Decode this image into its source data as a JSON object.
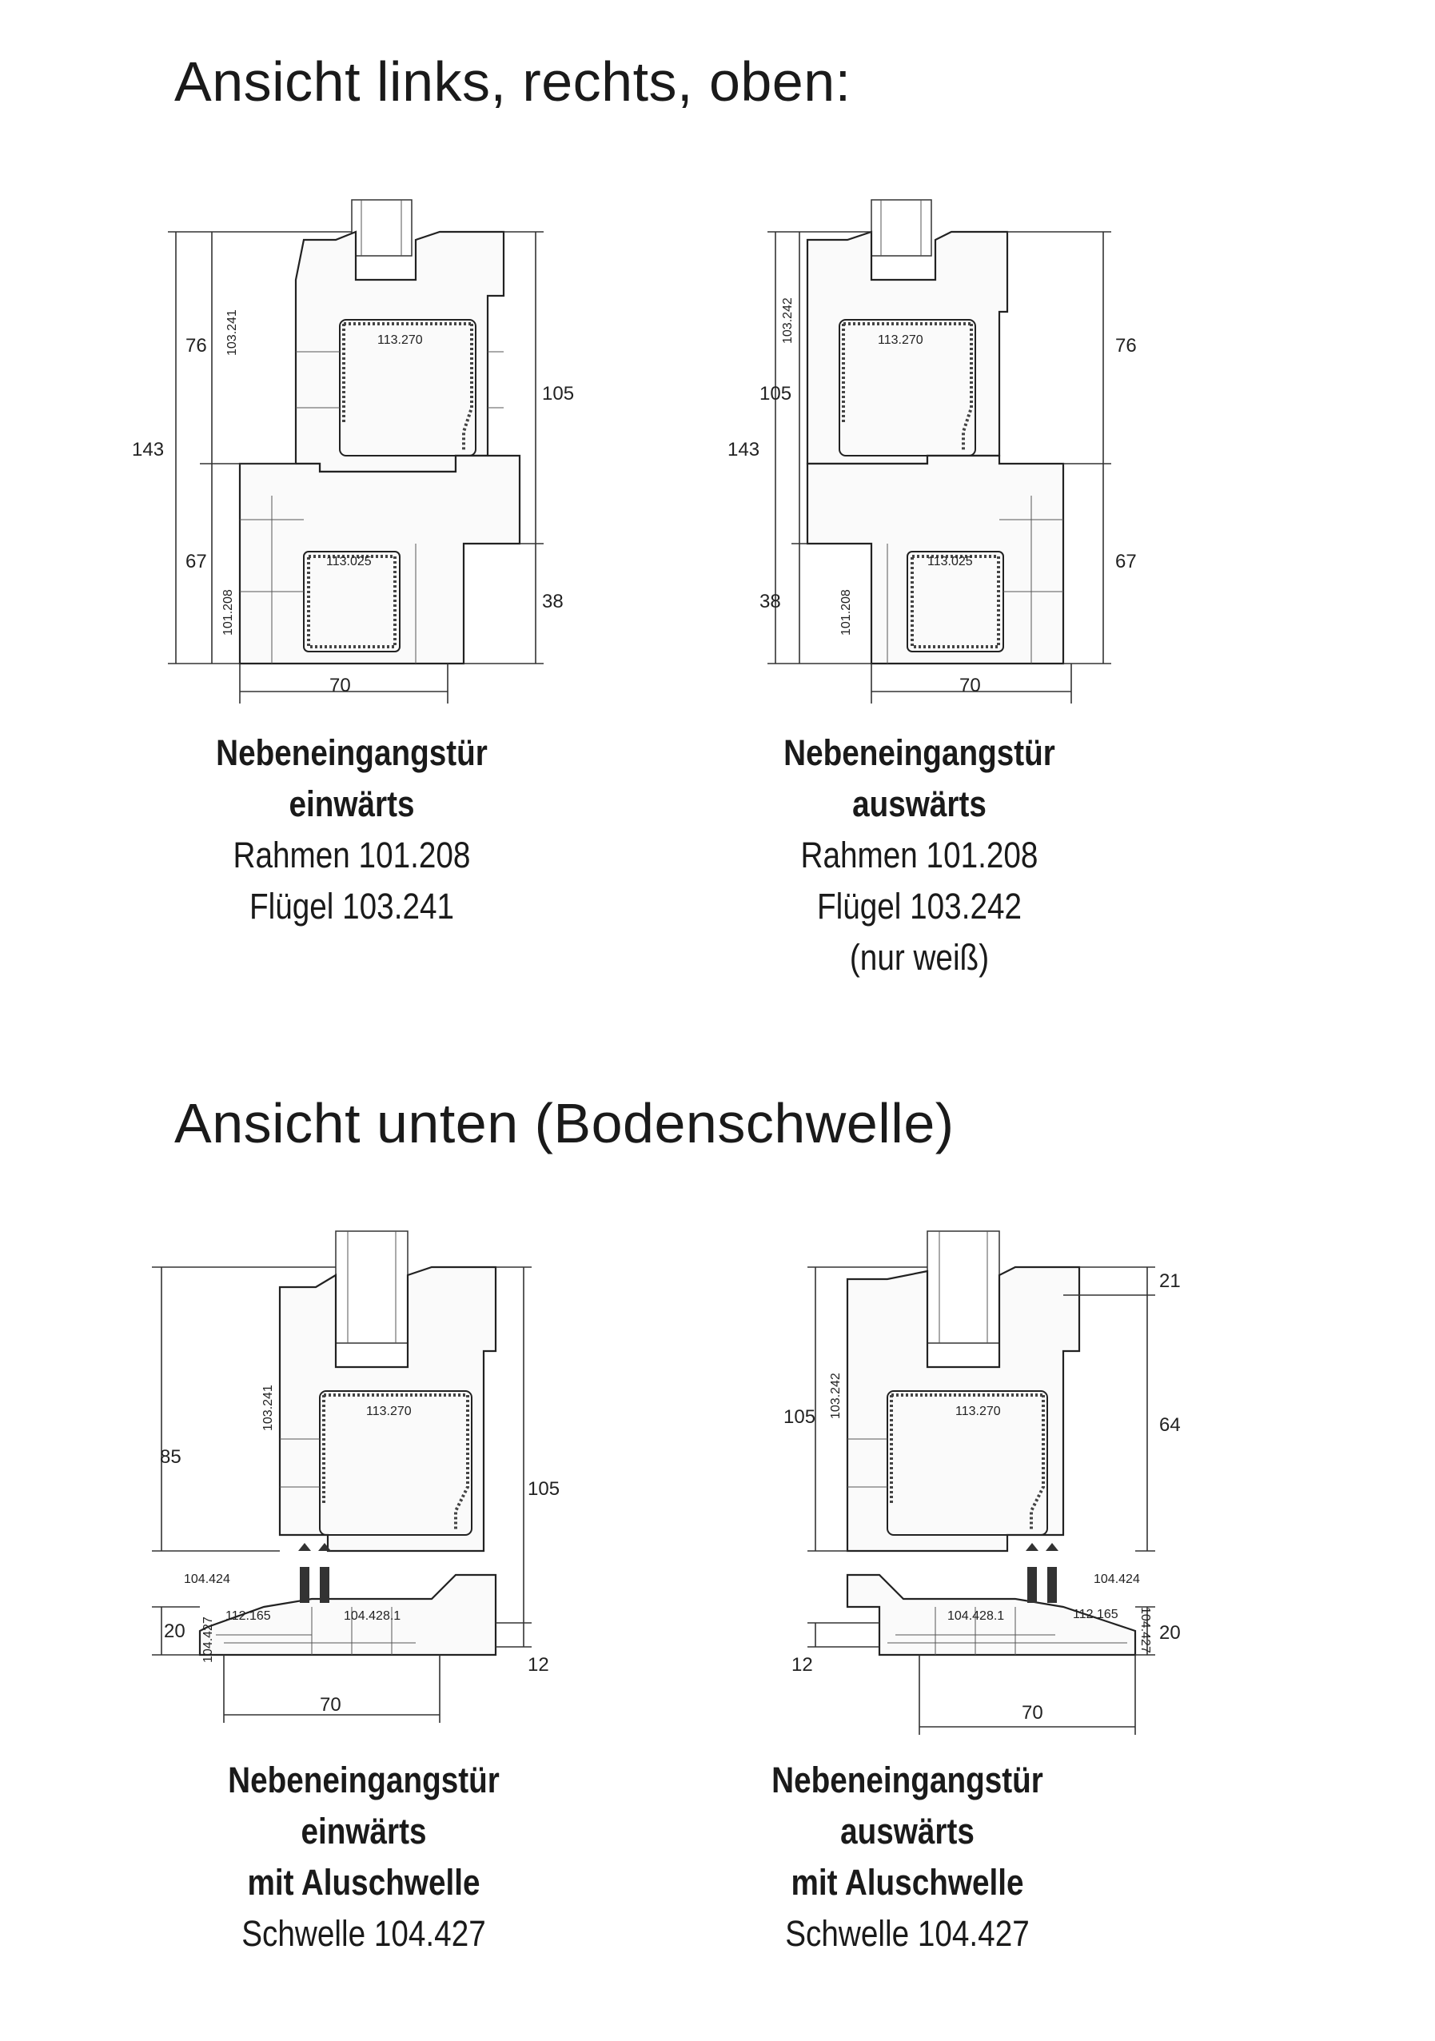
{
  "headings": {
    "top": "Ansicht links, rechts, oben:",
    "bottom": "Ansicht unten (Bodenschwelle)"
  },
  "drawings": [
    {
      "dims": {
        "total": "143",
        "upper": "76",
        "lower": "67",
        "right": "105",
        "right_low": "38",
        "width": "70"
      },
      "parts": {
        "sash": "103.241",
        "steel_sash": "113.270",
        "steel_frame": "113.025",
        "frame": "101.208"
      }
    },
    {
      "dims": {
        "total": "143",
        "upper": "76",
        "lower": "67",
        "left": "105",
        "left_low": "38",
        "width": "70"
      },
      "parts": {
        "sash": "103.242",
        "steel_sash": "113.270",
        "steel_frame": "113.025",
        "frame": "101.208"
      }
    },
    {
      "dims": {
        "upper": "85",
        "right": "105",
        "threshold": "20",
        "right_low": "12",
        "width": "70"
      },
      "parts": {
        "sash": "103.241",
        "steel_sash": "113.270",
        "seal_a": "104.424",
        "seal_b": "112.165",
        "rail": "104.428.1",
        "threshold": "104.427"
      }
    },
    {
      "dims": {
        "top": "21",
        "mid": "64",
        "left": "105",
        "threshold": "20",
        "left_low": "12",
        "width": "70"
      },
      "parts": {
        "sash": "103.242",
        "steel_sash": "113.270",
        "seal_a": "104.424",
        "seal_b": "112.165",
        "rail": "104.428.1",
        "threshold": "104.427"
      }
    }
  ],
  "captions": [
    {
      "line1": "Nebeneingangstür",
      "line2": "einwärts",
      "line3": "Rahmen 101.208",
      "line4": "Flügel 103.241"
    },
    {
      "line1": "Nebeneingangstür",
      "line2": "auswärts",
      "line3": "Rahmen 101.208",
      "line4": "Flügel 103.242",
      "line5": "(nur weiß)"
    },
    {
      "line1": "Nebeneingangstür",
      "line2": "einwärts",
      "line3": "mit Aluschwelle",
      "line4": "Schwelle 104.427"
    },
    {
      "line1": "Nebeneingangstür",
      "line2": "auswärts",
      "line3": "mit Aluschwelle",
      "line4": "Schwelle 104.427"
    }
  ]
}
